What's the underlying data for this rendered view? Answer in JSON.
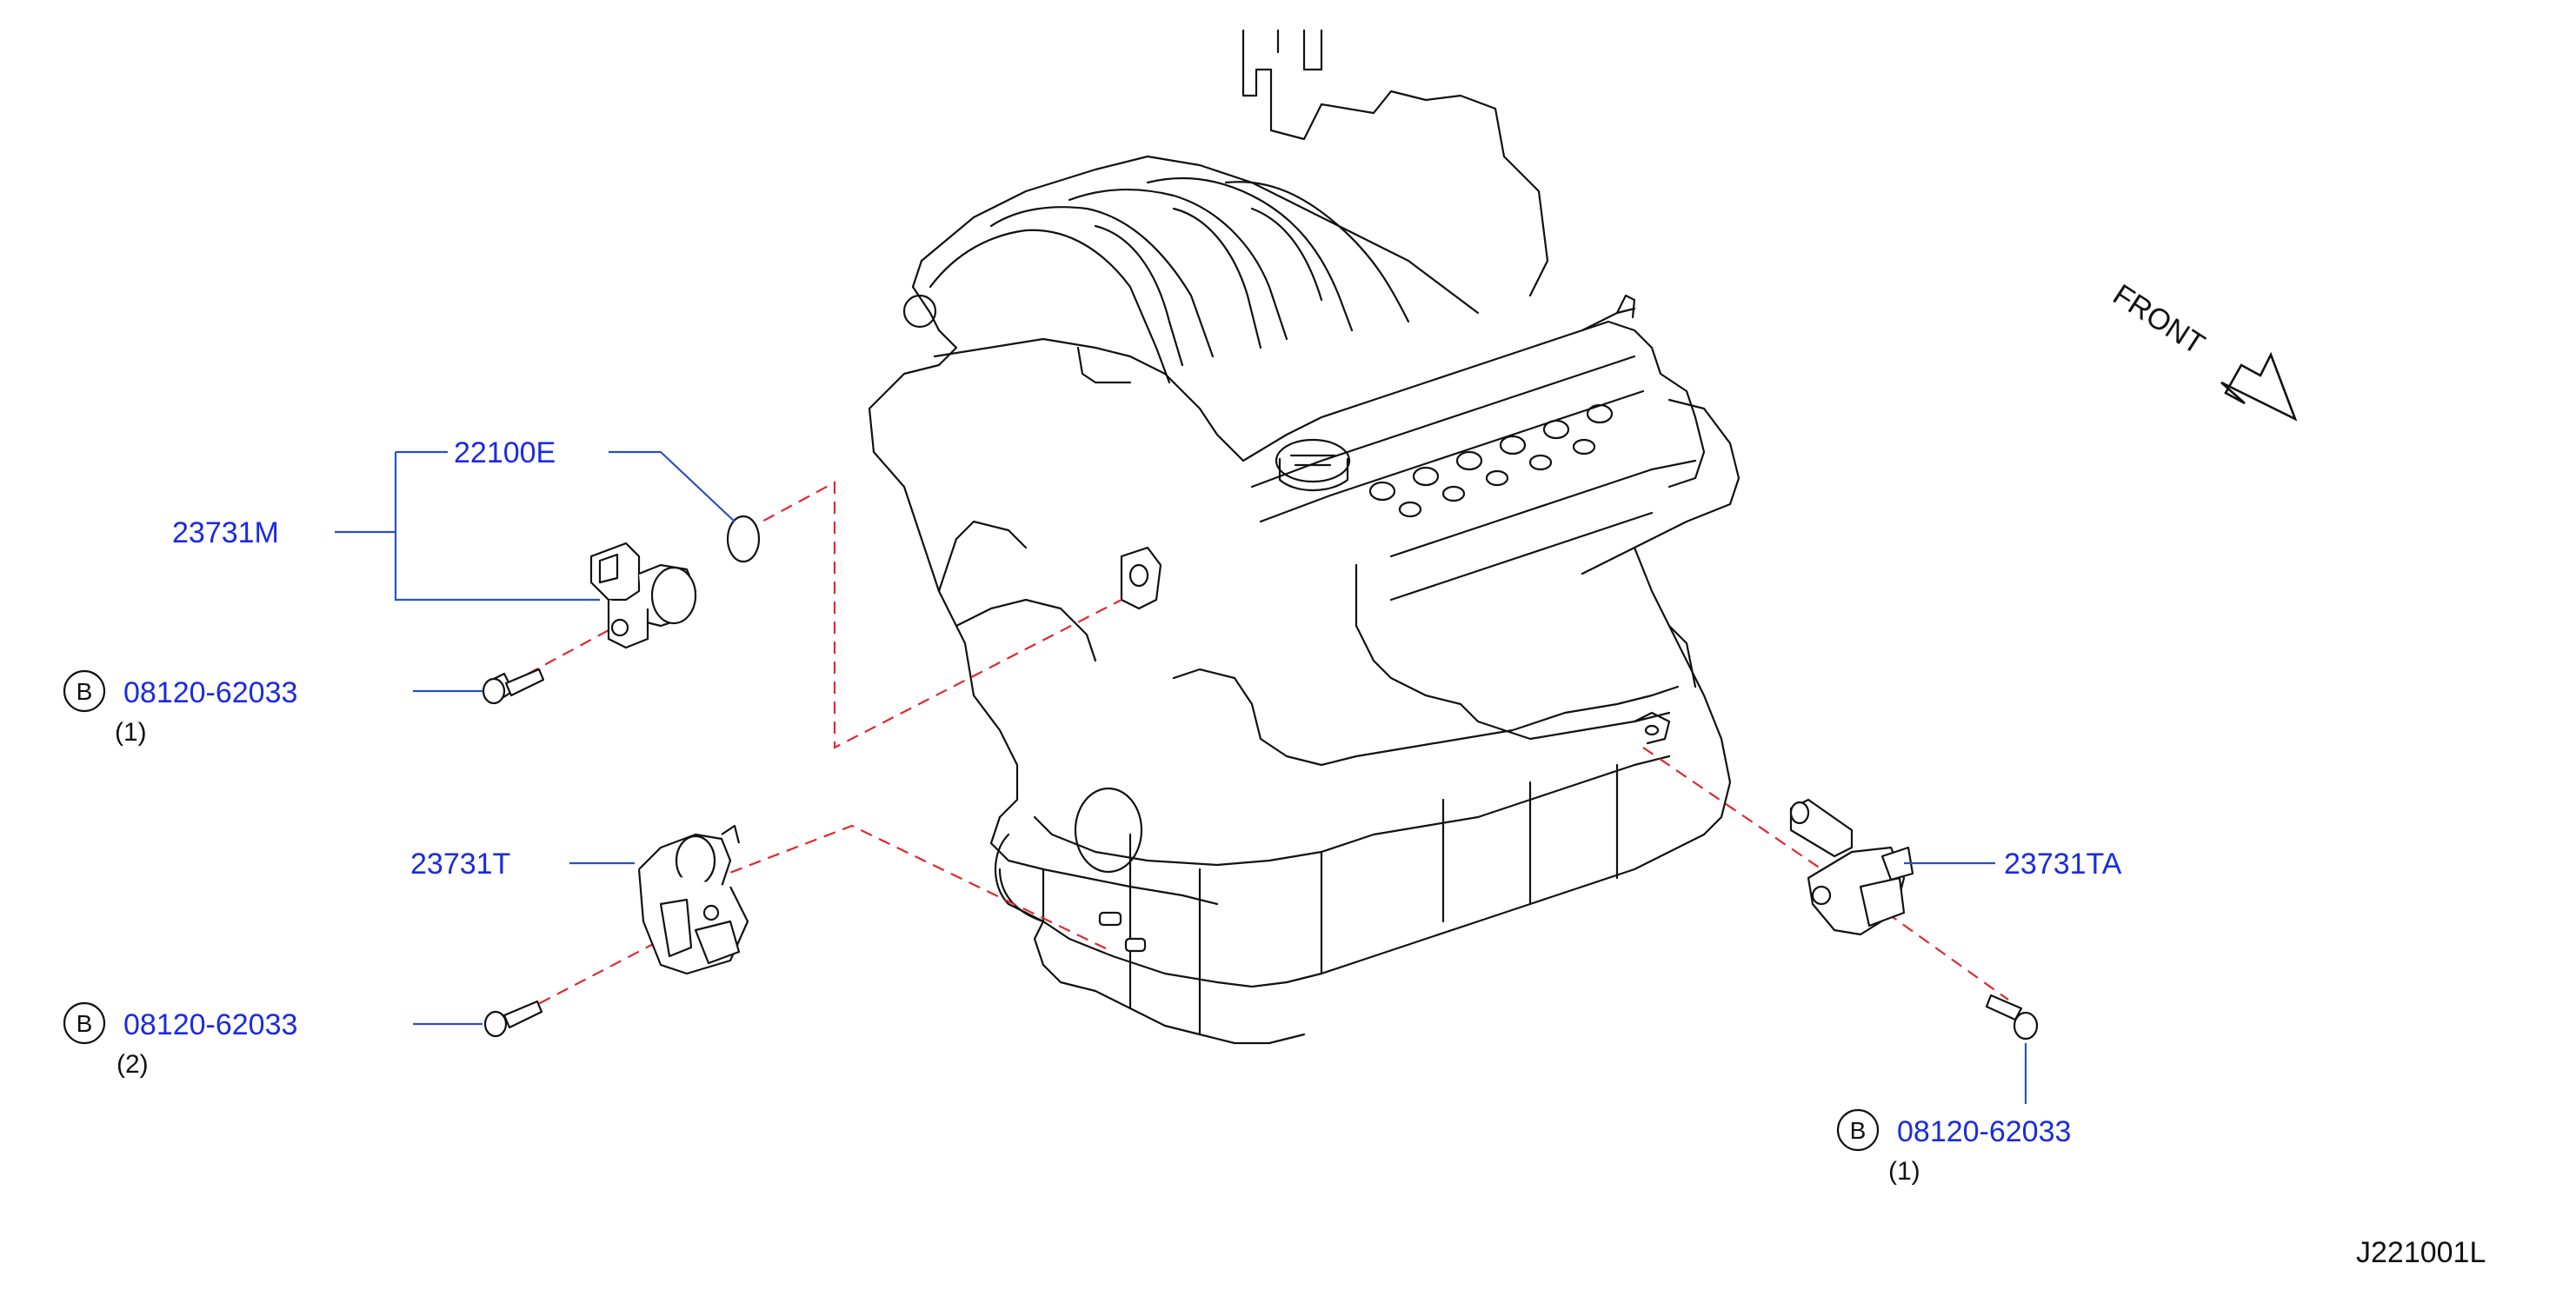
{
  "diagram": {
    "reference_code": "J221001L",
    "direction_label": "FRONT",
    "callouts": [
      {
        "id": "22100E",
        "text": "22100E"
      },
      {
        "id": "23731M",
        "text": "23731M"
      },
      {
        "id": "23731T",
        "text": "23731T"
      },
      {
        "id": "23731TA",
        "text": "23731TA"
      }
    ],
    "bolts": [
      {
        "badge": "B",
        "part": "08120-62033",
        "qty": "(1)"
      },
      {
        "badge": "B",
        "part": "08120-62033",
        "qty": "(2)"
      },
      {
        "badge": "B",
        "part": "08120-62033",
        "qty": "(1)"
      }
    ],
    "colors": {
      "label": "#1a2be0",
      "leader": "#2a50c8",
      "dashed": "#e0282e",
      "outline": "#111111"
    }
  }
}
